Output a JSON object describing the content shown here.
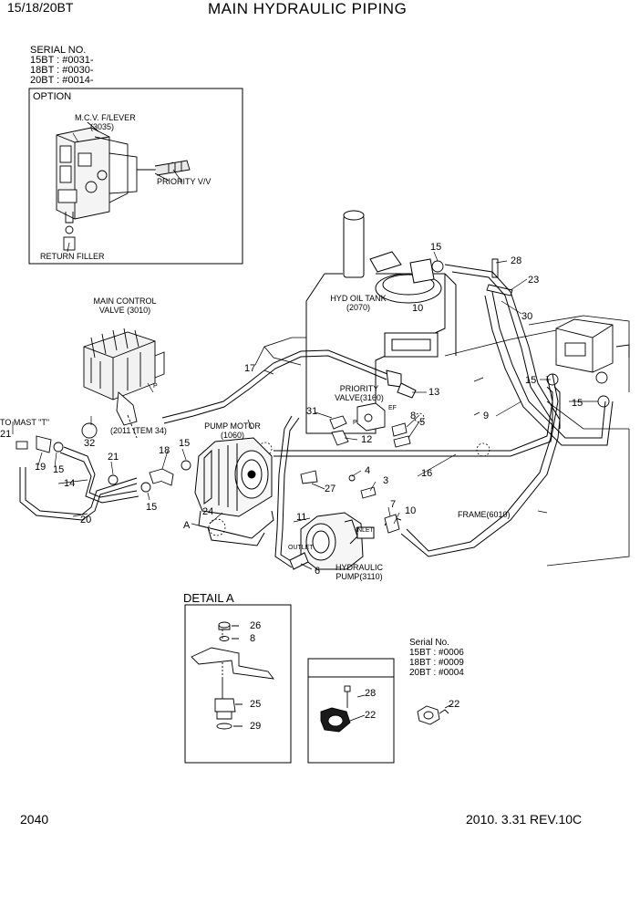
{
  "header": {
    "model": "15/18/20BT",
    "title": "MAIN HYDRAULIC PIPING"
  },
  "serial_top": {
    "heading": "SERIAL NO.",
    "lines": [
      "15BT : #0031-",
      "18BT : #0030-",
      "20BT : #0014-"
    ]
  },
  "option_box": {
    "title": "OPTION",
    "mcv": [
      "M.C.V. F/LEVER",
      "(3035)"
    ],
    "priority": "PRIORITY V/V",
    "return_filler": "RETURN FILLER"
  },
  "main_labels": {
    "main_control_valve": [
      "MAIN CONTROL",
      "VALVE (3010)"
    ],
    "to_mast": "TO MAST \"T\"",
    "item_2011": "(2011 ITEM 34)",
    "pump_motor": [
      "PUMP MOTOR",
      "(1060)"
    ],
    "hyd_oil_tank": [
      "HYD OIL TANK",
      "(2070)"
    ],
    "priority_valve": [
      "PRIORITY",
      "VALVE(3160)"
    ],
    "frame": "FRAME(6010)",
    "hydraulic_pump": [
      "HYDRAULIC",
      "PUMP(3110)"
    ],
    "outlet": "OUTLET",
    "inlet": "INLET",
    "pv_p": "P",
    "pv_ef": "EF",
    "mcv_p": "P",
    "detail_ref": "A"
  },
  "callouts": {
    "n21a": "21",
    "n19": "19",
    "n15a": "15",
    "n32": "32",
    "n21b": "21",
    "n14": "14",
    "n20": "20",
    "n15b": "15",
    "n18": "18",
    "n15c": "15",
    "n24": "24",
    "n17": "17",
    "n31": "31",
    "n12": "12",
    "n13": "13",
    "n8": "8",
    "n5": "5",
    "n4": "4",
    "n3": "3",
    "n27": "27",
    "n11": "11",
    "n6": "6",
    "n7": "7",
    "n10a": "10",
    "n16": "16",
    "n15d": "15",
    "n10b": "10",
    "n28": "28",
    "n23": "23",
    "n30": "30",
    "n9": "9",
    "n15e": "15",
    "n15f": "15"
  },
  "detail_a": {
    "title": "DETAIL A",
    "n26": "26",
    "n8": "8",
    "n25": "25",
    "n29": "29"
  },
  "clamp_box": {
    "n28": "28",
    "n22": "22"
  },
  "serial_bottom": {
    "heading": "Serial No.",
    "lines": [
      "15BT : #0006",
      "18BT : #0009",
      "20BT : #0004"
    ],
    "n22": "22"
  },
  "footer": {
    "page": "2040",
    "revision": "2010. 3.31  REV.10C"
  }
}
